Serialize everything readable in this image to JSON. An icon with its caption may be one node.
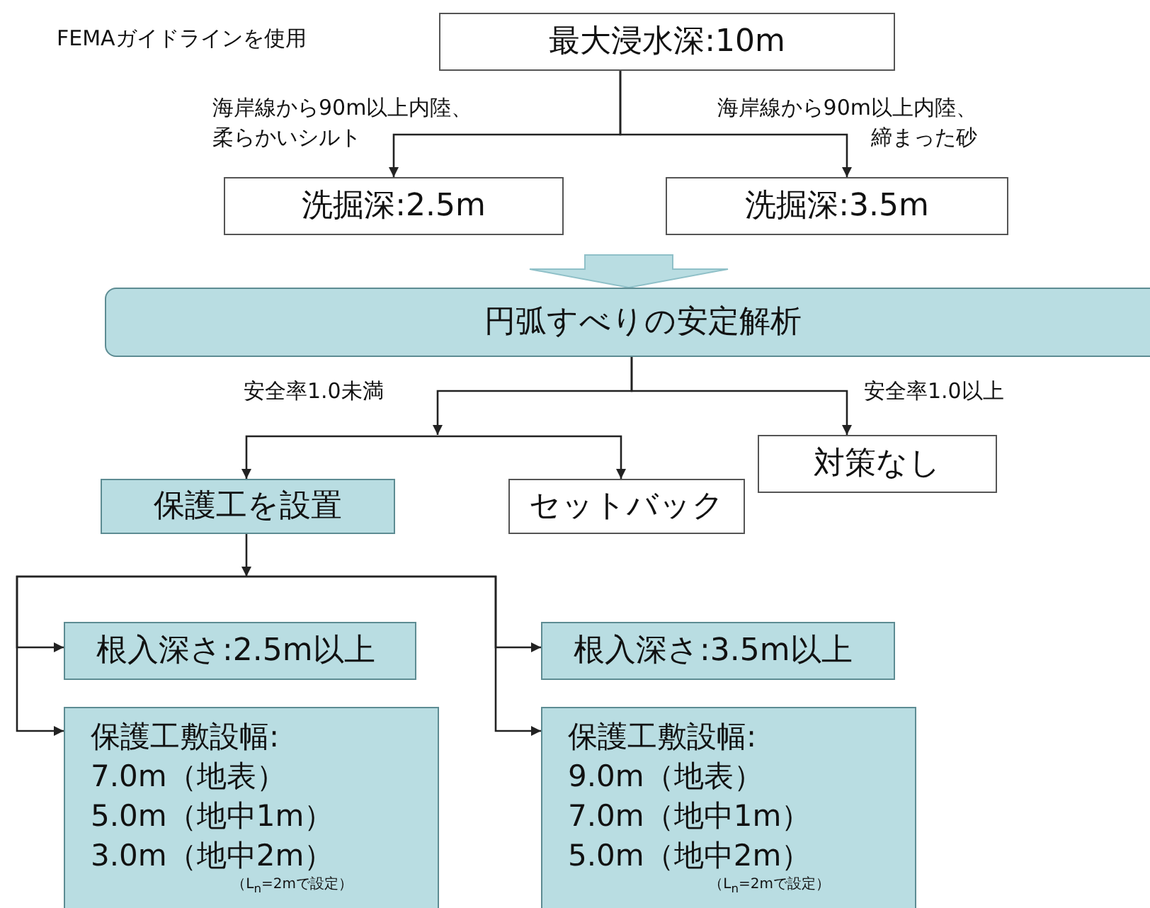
{
  "diagram": {
    "nodes": [
      {
        "text": [
          "最大浸水深:10m"
        ]
      },
      {
        "text": [
          "洗掘深:2.5m"
        ]
      },
      {
        "text": [
          "洗掘深:3.5m"
        ]
      },
      {
        "text": [
          "円弧すべりの安定解析"
        ]
      },
      {
        "text": [
          "保護工を設置"
        ]
      },
      {
        "text": [
          "セットバック"
        ]
      },
      {
        "text": [
          "対策なし"
        ]
      },
      {
        "text": [
          "根入深さ:2.5m以上"
        ]
      },
      {
        "text": [
          "根入深さ:3.5m以上"
        ]
      },
      {
        "text": [
          "保護工敷設幅:",
          "7.0m（地表）",
          "5.0m（地中1m）",
          "3.0m（地中2m）",
          "（L$_{n}$=2mで設定）"
        ]
      },
      {
        "text": [
          "保護工敷設幅:",
          "9.0m（地表）",
          "7.0m（地中1m）",
          "5.0m（地中2m）",
          "（L$_{n}$=2mで設定）"
        ]
      }
    ],
    "edges": [
      {
        "from": 0,
        "to": 1,
        "arrow": "to",
        "label": "海岸線から90m以上内陸、柔らかいシルト"
      },
      {
        "from": 0,
        "to": 2,
        "arrow": "to",
        "label": "海岸線から90m以上内陸、締まった砂"
      },
      {
        "from": 1,
        "to": 3,
        "arrow": "to",
        "style": "thick",
        "color": "#b9dde2"
      },
      {
        "from": 2,
        "to": 3,
        "arrow": "to",
        "style": "thick",
        "color": "#b9dde2"
      },
      {
        "from": 3,
        "to": 4,
        "arrow": "to",
        "label": "安全率1.0未満"
      },
      {
        "from": 3,
        "to": 5,
        "arrow": "to"
      },
      {
        "from": 3,
        "to": 6,
        "arrow": "to",
        "label": "安全率1.0以上"
      },
      {
        "from": 4,
        "to": 7,
        "arrow": "to"
      },
      {
        "from": 4,
        "to": 9,
        "arrow": "to"
      },
      {
        "from": 4,
        "to": 8,
        "arrow": "to"
      },
      {
        "from": 4,
        "to": 10,
        "arrow": "to"
      }
    ],
    "labels": [
      "FEMAガイドラインを使用"
    ]
  }
}
